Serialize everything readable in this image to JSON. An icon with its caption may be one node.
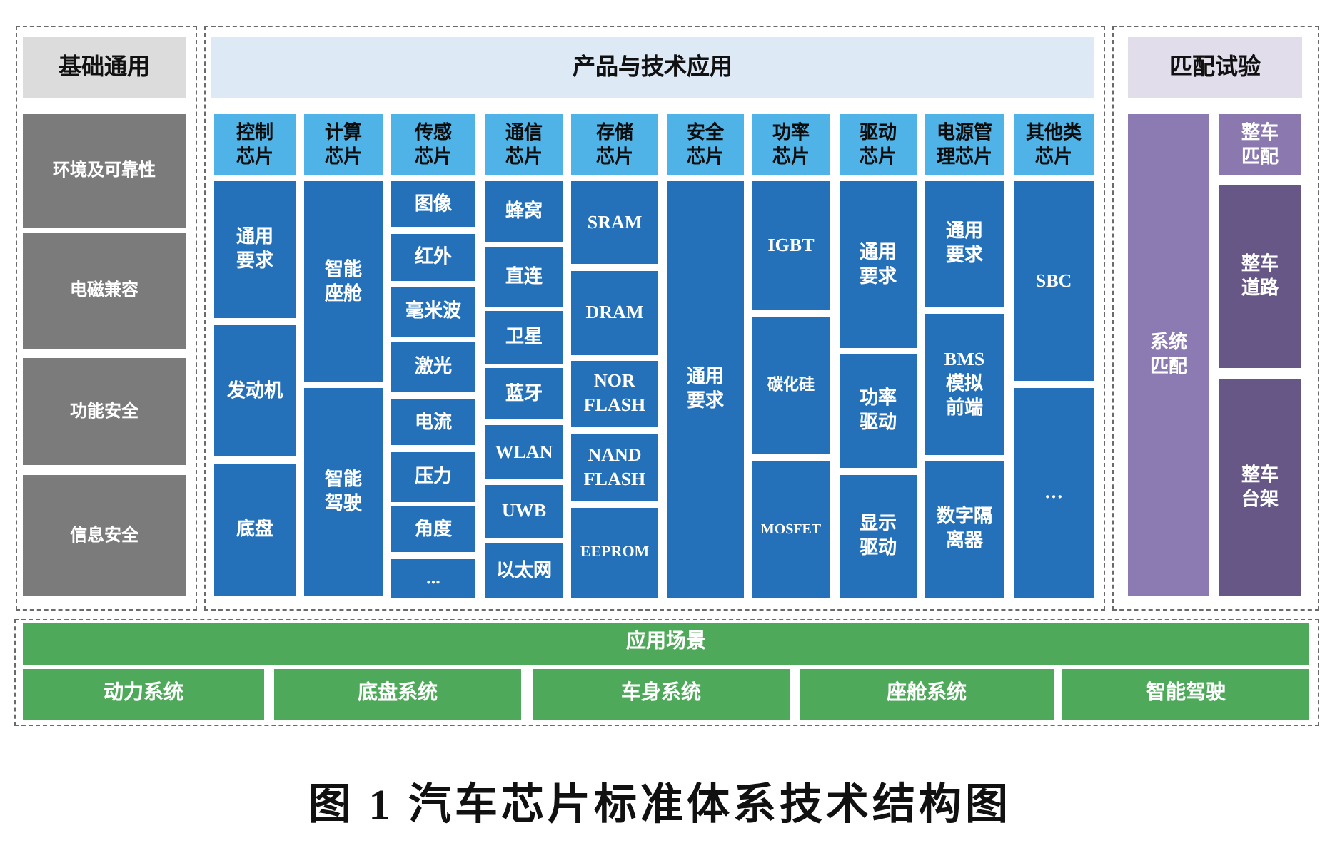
{
  "diagram": {
    "caption": "图 1 汽车芯片标准体系技术结构图",
    "nodes": [
      {
        "text": [
          "基础通用"
        ]
      },
      {
        "text": [
          "环境及可靠性"
        ],
        "in": 0
      },
      {
        "text": [
          "电磁兼容"
        ],
        "in": 0
      },
      {
        "text": [
          "功能安全"
        ],
        "in": 0
      },
      {
        "text": [
          "信息安全"
        ],
        "in": 0
      },
      {
        "text": [
          "产品与技术应用"
        ]
      },
      {
        "text": [
          "控制芯片"
        ],
        "in": 5
      },
      {
        "text": [
          "通用要求"
        ],
        "in": 5
      },
      {
        "text": [
          "发动机"
        ],
        "in": 5
      },
      {
        "text": [
          "底盘"
        ],
        "in": 5
      },
      {
        "text": [
          "计算芯片"
        ],
        "in": 5
      },
      {
        "text": [
          "智能座舱"
        ],
        "in": 5
      },
      {
        "text": [
          "智能驾驶"
        ],
        "in": 5
      },
      {
        "text": [
          "传感芯片"
        ],
        "in": 5
      },
      {
        "text": [
          "图像"
        ],
        "in": 5
      },
      {
        "text": [
          "红外"
        ],
        "in": 5
      },
      {
        "text": [
          "毫米波"
        ],
        "in": 5
      },
      {
        "text": [
          "激光"
        ],
        "in": 5
      },
      {
        "text": [
          "电流"
        ],
        "in": 5
      },
      {
        "text": [
          "压力"
        ],
        "in": 5
      },
      {
        "text": [
          "角度"
        ],
        "in": 5
      },
      {
        "text": [
          "..."
        ],
        "in": 5
      },
      {
        "text": [
          "通信芯片"
        ],
        "in": 5
      },
      {
        "text": [
          "蜂窝"
        ],
        "in": 5
      },
      {
        "text": [
          "直连"
        ],
        "in": 5
      },
      {
        "text": [
          "卫星"
        ],
        "in": 5
      },
      {
        "text": [
          "蓝牙"
        ],
        "in": 5
      },
      {
        "text": [
          "WLAN"
        ],
        "in": 5
      },
      {
        "text": [
          "UWB"
        ],
        "in": 5
      },
      {
        "text": [
          "以太网"
        ],
        "in": 5
      },
      {
        "text": [
          "存储芯片"
        ],
        "in": 5
      },
      {
        "text": [
          "SRAM"
        ],
        "in": 5
      },
      {
        "text": [
          "DRAM"
        ],
        "in": 5
      },
      {
        "text": [
          "NOR FLASH"
        ],
        "in": 5
      },
      {
        "text": [
          "NAND FLASH"
        ],
        "in": 5
      },
      {
        "text": [
          "EEPROM"
        ],
        "in": 5
      },
      {
        "text": [
          "安全芯片"
        ],
        "in": 5
      },
      {
        "text": [
          "通用要求"
        ],
        "in": 5
      },
      {
        "text": [
          "功率芯片"
        ],
        "in": 5
      },
      {
        "text": [
          "IGBT"
        ],
        "in": 5
      },
      {
        "text": [
          "碳化硅"
        ],
        "in": 5
      },
      {
        "text": [
          "MOSFET"
        ],
        "in": 5
      },
      {
        "text": [
          "驱动芯片"
        ],
        "in": 5
      },
      {
        "text": [
          "通用要求"
        ],
        "in": 5
      },
      {
        "text": [
          "功率驱动"
        ],
        "in": 5
      },
      {
        "text": [
          "显示驱动"
        ],
        "in": 5
      },
      {
        "text": [
          "电源管理芯片"
        ],
        "in": 5
      },
      {
        "text": [
          "通用要求"
        ],
        "in": 5
      },
      {
        "text": [
          "BMS模拟前端"
        ],
        "in": 5
      },
      {
        "text": [
          "数字隔离器"
        ],
        "in": 5
      },
      {
        "text": [
          "其他类芯片"
        ],
        "in": 5
      },
      {
        "text": [
          "SBC"
        ],
        "in": 5
      },
      {
        "text": [
          "…"
        ],
        "in": 5
      },
      {
        "text": [
          "匹配试验"
        ]
      },
      {
        "text": [
          "系统匹配"
        ],
        "in": 53
      },
      {
        "text": [
          "整车匹配"
        ],
        "in": 53
      },
      {
        "text": [
          "整车道路"
        ],
        "in": 53
      },
      {
        "text": [
          "整车台架"
        ],
        "in": 53
      },
      {
        "text": [
          "应用场景"
        ]
      },
      {
        "text": [
          "动力系统"
        ],
        "in": 58
      },
      {
        "text": [
          "底盘系统"
        ],
        "in": 58
      },
      {
        "text": [
          "车身系统"
        ],
        "in": 58
      },
      {
        "text": [
          "座舱系统"
        ],
        "in": 58
      },
      {
        "text": [
          "智能驾驶"
        ],
        "in": 58
      }
    ]
  }
}
